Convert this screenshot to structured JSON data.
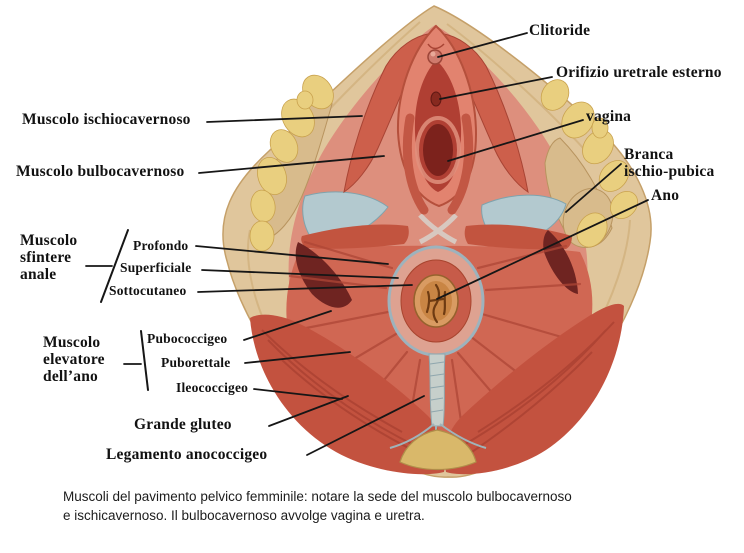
{
  "labels": {
    "clitoride": "Clitoride",
    "orifizio": "Orifizio uretrale esterno",
    "vagina": "vagina",
    "branca_line1": "Branca",
    "branca_line2": "ischio-pubica",
    "ano": "Ano",
    "ischiocavernoso": "Muscolo ischiocavernoso",
    "bulbocavernoso": "Muscolo bulbocavernoso",
    "sfintere_line1": "Muscolo",
    "sfintere_line2": "sfintere",
    "sfintere_line3": "anale",
    "profondo": "Profondo",
    "superficiale": "Superficiale",
    "sottocutaneo": "Sottocutaneo",
    "elevatore_line1": "Muscolo",
    "elevatore_line2": "elevatore",
    "elevatore_line3": "dell’ano",
    "pubococcigeo": "Pubococcigeo",
    "puborettale": "Puborettale",
    "ileococcigeo": "Ileococcigeo",
    "grande_gluteo": "Grande gluteo",
    "legamento": "Legamento anococcigeo"
  },
  "caption": {
    "line1": "Muscoli del pavimento pelvico femminile: notare la sede del muscolo bulbocavernoso",
    "line2": "e ischicavernoso. Il bulbocavernoso avvolge vagina e uretra."
  },
  "palette": {
    "leader": "#161616",
    "skin": "#e0c69c",
    "skin_edge": "#c5a069",
    "pink_base": "#dd8f7d",
    "fat": "#e9cf7f",
    "bone": "#d8bb8c",
    "fascia": "#b3c9cf",
    "muscle": "#cd5f4b",
    "muscle_deep": "#c2543f",
    "maroon": "#6f2421",
    "levator": "#d06753",
    "gluteus": "#c3523f",
    "anus_ring": "#dea291",
    "anus_mid": "#c75b49",
    "anus_core": "#c98544",
    "cavity": "#b03f33",
    "cavity_deep": "#7c221c",
    "ligament": "#c6cfcb",
    "coccyx": "#d9b86a",
    "label_text": "#121212"
  }
}
